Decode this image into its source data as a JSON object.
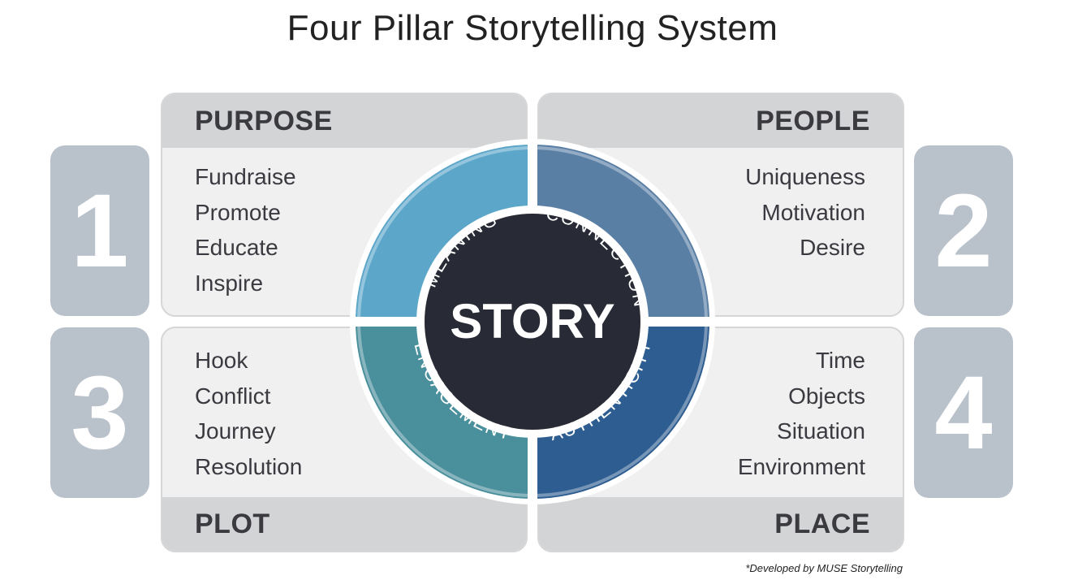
{
  "title": "Four Pillar Storytelling System",
  "center": "STORY",
  "numbers": [
    "1",
    "2",
    "3",
    "4"
  ],
  "pillars": {
    "purpose": {
      "heading": "PURPOSE",
      "ring": "MEANING",
      "items": [
        "Fundraise",
        "Promote",
        "Educate",
        "Inspire"
      ]
    },
    "people": {
      "heading": "PEOPLE",
      "ring": "CONNECTION",
      "items": [
        "Uniqueness",
        "Motivation",
        "Desire"
      ]
    },
    "plot": {
      "heading": "PLOT",
      "ring": "ENGAGEMENT",
      "items": [
        "Hook",
        "Conflict",
        "Journey",
        "Resolution"
      ]
    },
    "place": {
      "heading": "PLACE",
      "ring": "AUTHENTICITY",
      "items": [
        "Time",
        "Objects",
        "Situation",
        "Environment"
      ]
    }
  },
  "colors": {
    "meaning": "#5ba6c9",
    "connection": "#5a7fa5",
    "engagement": "#4a8f9c",
    "authenticity": "#2e5e91",
    "center": "#282b35",
    "number_box": "#b9c1cb",
    "header_bar": "#d3d4d6"
  },
  "footnote": "*Developed by MUSE Storytelling"
}
